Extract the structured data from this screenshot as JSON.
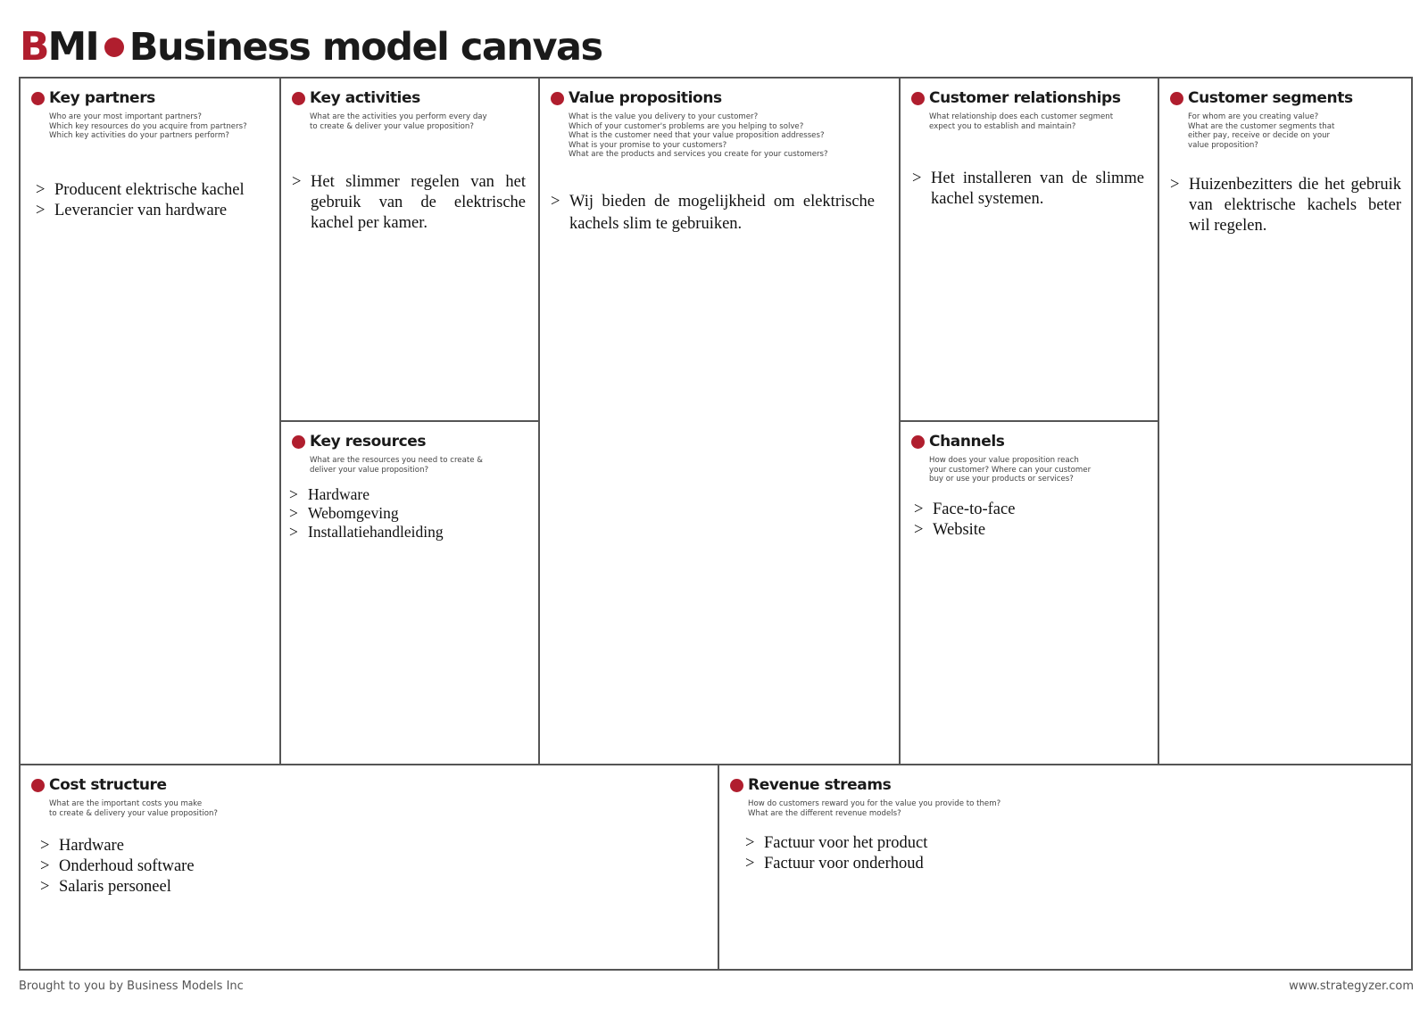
{
  "header": {
    "logo_b": "B",
    "logo_mi": "MI",
    "title": "Business model canvas"
  },
  "blocks": {
    "key_partners": {
      "title": "Key partners",
      "desc": [
        "Who are your most important partners?",
        "Which key resources do you acquire from partners?",
        "Which key activities do your partners perform?"
      ],
      "entries": [
        "Producent elektrische kachel",
        "Leverancier van hardware"
      ]
    },
    "key_activities": {
      "title": "Key activities",
      "desc": [
        "What are the activities you perform every day",
        "to create & deliver your value proposition?"
      ],
      "entries": [
        "Het slimmer regelen van het gebruik van de elektrische kachel per kamer."
      ]
    },
    "key_resources": {
      "title": "Key resources",
      "desc": [
        "What are the resources you need to create &",
        "deliver your value proposition?"
      ],
      "entries": [
        "Hardware",
        "Webomgeving",
        "Installatiehandleiding"
      ]
    },
    "value_propositions": {
      "title": "Value propositions",
      "desc": [
        "What is the value you delivery to your customer?",
        "Which of your customer's problems are you helping to solve?",
        "What is the customer need that your value proposition addresses?",
        "What is your promise to your customers?",
        "What are the products and services you create for your customers?"
      ],
      "entries": [
        "Wij bieden de mogelijkheid om elektrische kachels slim te gebruiken."
      ]
    },
    "customer_relationships": {
      "title": "Customer relationships",
      "desc": [
        "What relationship does each customer segment",
        "expect you to establish and maintain?"
      ],
      "entries": [
        "Het installeren van de slimme kachel systemen."
      ]
    },
    "channels": {
      "title": "Channels",
      "desc": [
        "How does your value proposition reach",
        "your customer? Where can your customer",
        "buy or use your products or services?"
      ],
      "entries": [
        "Face-to-face",
        "Website"
      ]
    },
    "customer_segments": {
      "title": "Customer segments",
      "desc": [
        "For whom are you creating value?",
        "What are the customer segments that",
        "either pay, receive or decide on your",
        "value proposition?"
      ],
      "entries": [
        "Huizenbezitters die het gebruik van elektrische kachels beter wil regelen."
      ]
    },
    "cost_structure": {
      "title": "Cost structure",
      "desc": [
        "What are the important costs you make",
        "to create & delivery your value proposition?"
      ],
      "entries": [
        "Hardware",
        "Onderhoud software",
        "Salaris personeel"
      ]
    },
    "revenue_streams": {
      "title": "Revenue streams",
      "desc": [
        "How do customers reward you for the value you provide to them?",
        "What are the different revenue models?"
      ],
      "entries": [
        "Factuur voor het product",
        "Factuur voor onderhoud"
      ]
    }
  },
  "entry_marker": ">",
  "footer": {
    "left": "Brought to you by Business Models Inc",
    "right": "www.strategyzer.com"
  },
  "colors": {
    "accent": "#b01e2e",
    "border": "#555555",
    "text": "#1a1a1a"
  }
}
